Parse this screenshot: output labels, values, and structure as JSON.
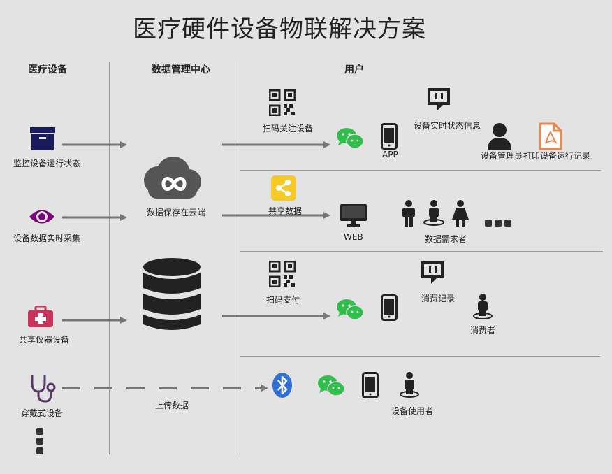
{
  "title": "医疗硬件设备物联解决方案",
  "columns": {
    "devices": "医疗设备",
    "data_center": "数据管理中心",
    "users": "用户"
  },
  "devices": {
    "monitor": "监控设备运行状态",
    "collect": "设备数据实时采集",
    "shared": "共享仪器设备",
    "wearable": "穿戴式设备"
  },
  "center": {
    "cloud": "数据保存在云端",
    "upload": "上传数据"
  },
  "row1": {
    "scan": "扫码关注设备",
    "app": "APP",
    "status_info": "设备实时状态信息",
    "admin": "设备管理员",
    "print": "打印设备运行记录"
  },
  "row2": {
    "share": "共享数据",
    "web": "WEB",
    "demanders": "数据需求者"
  },
  "row3": {
    "scan_pay": "扫码支付",
    "record": "消费记录",
    "consumer": "消费者"
  },
  "row4": {
    "user": "设备使用者"
  },
  "colors": {
    "navy": "#1a1a5e",
    "purple": "#7a007a",
    "pink": "#c9345d",
    "wechat": "#2fbf4a",
    "bluetooth": "#2f6fd6",
    "orange": "#e8884f",
    "yellow": "#f5c928",
    "dark": "#2a2a2a",
    "arrow": "#777777"
  }
}
